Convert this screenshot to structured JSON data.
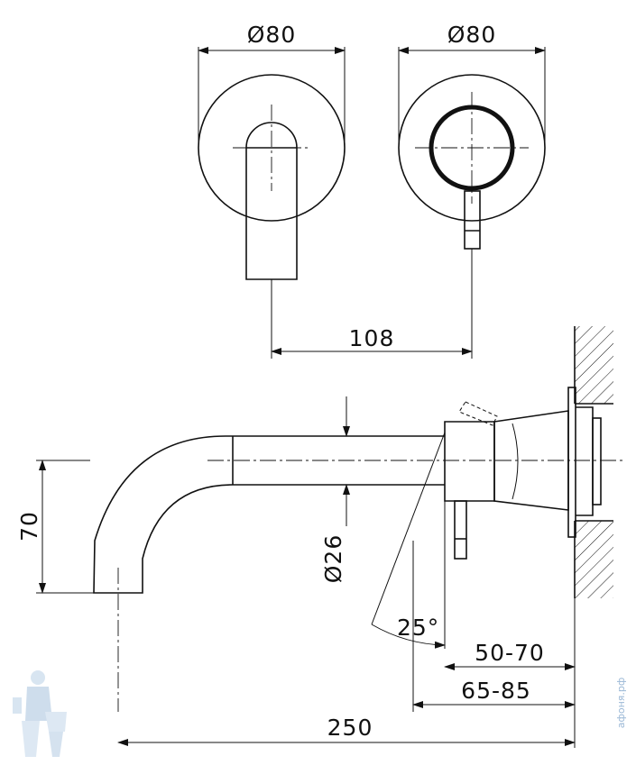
{
  "dimensions": {
    "front_left_diameter": "Ø80",
    "front_right_diameter": "Ø80",
    "handle_spacing": "108",
    "height": "70",
    "pipe_diameter": "Ø26",
    "lever_angle": "25°",
    "wall_range_inner": "50-70",
    "wall_range_outer": "65-85",
    "total_length": "250"
  },
  "watermark": {
    "site": "афоня.рф"
  },
  "colors": {
    "line": "#111111",
    "watermark": "#9bb8d6"
  }
}
